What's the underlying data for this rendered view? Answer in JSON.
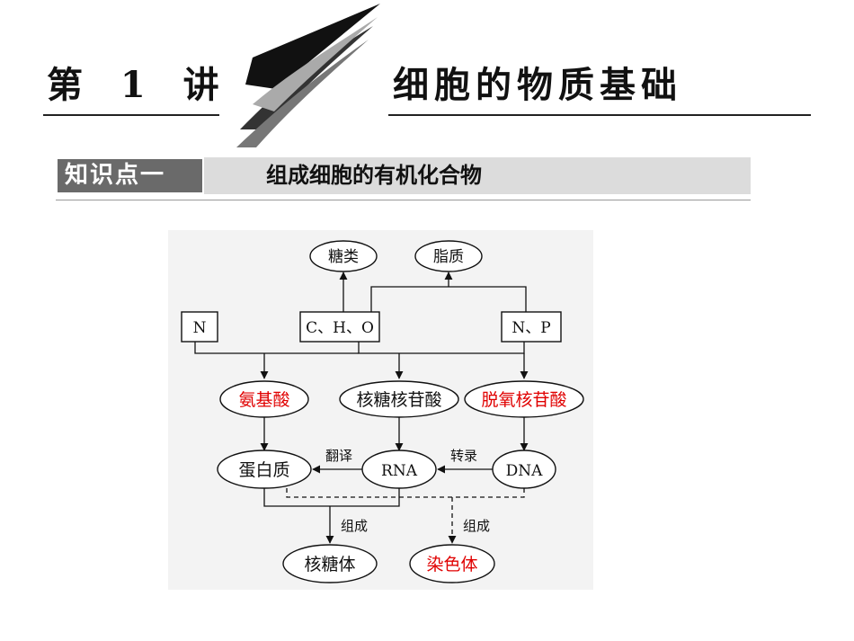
{
  "header": {
    "lecture_label": "第 1 讲",
    "title": "细胞的物质基础"
  },
  "section": {
    "label": "知识点一",
    "title": "组成细胞的有机化合物"
  },
  "diagram": {
    "nodes": {
      "tang_lei": "糖类",
      "zhi_zhi": "脂质",
      "n": "N",
      "cho": "C、H、O",
      "np": "N、P",
      "an_ji_suan": "氨基酸",
      "he_tang_he_gan_suan": "核糖核苷酸",
      "tuo_yang_he_gan_suan": "脱氧核苷酸",
      "dan_bai_zhi": "蛋白质",
      "rna": "RNA",
      "dna": "DNA",
      "he_tang_ti": "核糖体",
      "ran_se_ti": "染色体"
    },
    "edge_labels": {
      "fan_yi": "翻译",
      "zhuan_lu": "转录",
      "zu_cheng_1": "组成",
      "zu_cheng_2": "组成"
    },
    "highlight_color": "#e00000"
  }
}
